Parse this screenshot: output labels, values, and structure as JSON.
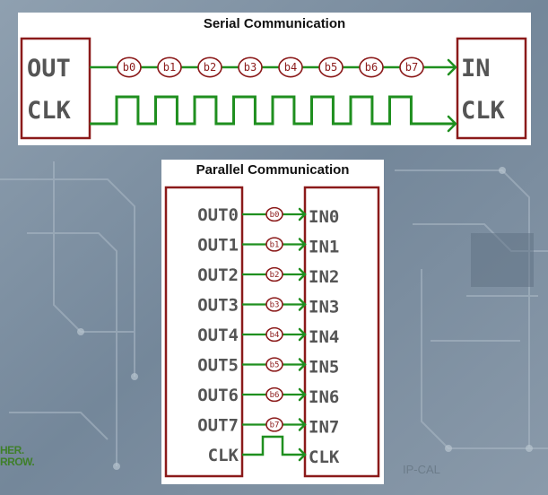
{
  "colors": {
    "box": "#8b1a1a",
    "wire": "#1f8f1f",
    "bit": "#8b1a1a",
    "pin": "#555555"
  },
  "serial": {
    "title": "Serial Communication",
    "out_labels": [
      "OUT",
      "CLK"
    ],
    "in_labels": [
      "IN",
      "CLK"
    ],
    "bits": [
      "b0",
      "b1",
      "b2",
      "b3",
      "b4",
      "b5",
      "b6",
      "b7"
    ],
    "clock_pulses": 8
  },
  "parallel": {
    "title": "Parallel Communication",
    "out_labels": [
      "OUT0",
      "OUT1",
      "OUT2",
      "OUT3",
      "OUT4",
      "OUT5",
      "OUT6",
      "OUT7",
      "CLK"
    ],
    "in_labels": [
      "IN0",
      "IN1",
      "IN2",
      "IN3",
      "IN4",
      "IN5",
      "IN6",
      "IN7",
      "CLK"
    ],
    "bits": [
      "b0",
      "b1",
      "b2",
      "b3",
      "b4",
      "b5",
      "b6",
      "b7"
    ],
    "clock_pulses": 1
  },
  "footer": {
    "text": "IP-CAL"
  },
  "logo": {
    "lines": [
      "HER.",
      "RROW."
    ]
  }
}
